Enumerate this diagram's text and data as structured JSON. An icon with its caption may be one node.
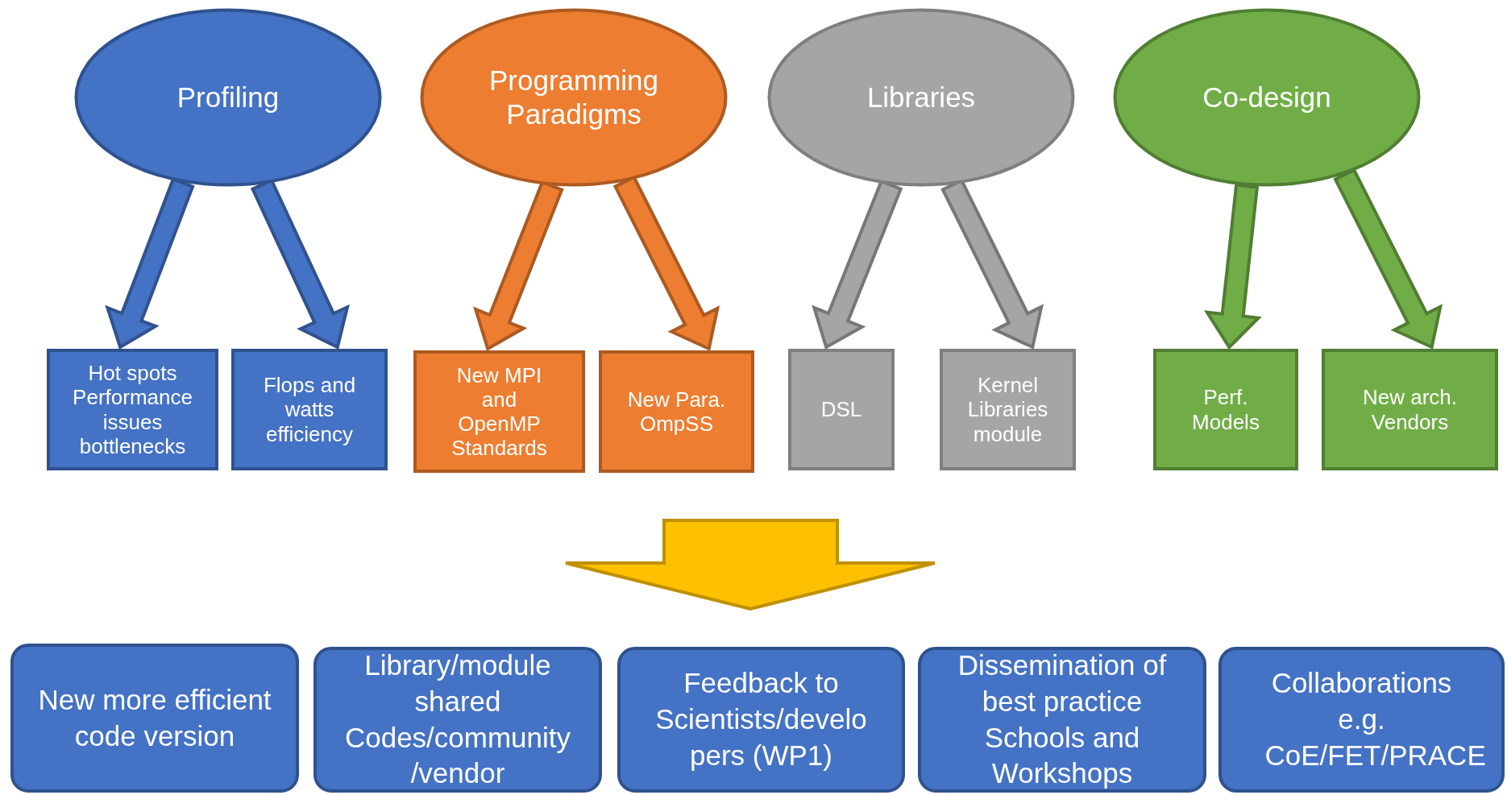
{
  "diagram": {
    "nodes": [
      {
        "text": [
          "Profiling"
        ]
      },
      {
        "text": [
          "Programming Paradigms"
        ]
      },
      {
        "text": [
          "Libraries"
        ]
      },
      {
        "text": [
          "Co-design"
        ]
      },
      {
        "text": [
          "Hot spots Performance issues bottlenecks"
        ]
      },
      {
        "text": [
          "Flops and watts efficiency"
        ]
      },
      {
        "text": [
          "New MPI and OpenMP Standards"
        ]
      },
      {
        "text": [
          "New Para. OmpSS"
        ]
      },
      {
        "text": [
          "DSL"
        ]
      },
      {
        "text": [
          "Kernel Libraries module"
        ]
      },
      {
        "text": [
          "Perf. Models"
        ]
      },
      {
        "text": [
          "New arch. Vendors"
        ]
      },
      {
        "text": [
          "New more efficient code version"
        ]
      },
      {
        "text": [
          "Library/module shared Codes/community /vendor"
        ]
      },
      {
        "text": [
          "Feedback to Scientists/develo pers (WP1)"
        ]
      },
      {
        "text": [
          "Dissemination of best practice Schools and Workshops"
        ]
      },
      {
        "text": [
          "Collaborations e.g. CoE/FET/PRACE"
        ]
      }
    ],
    "edges": [
      {
        "from": 0,
        "to": 4,
        "arrow": "to",
        "style": "thick",
        "color": "#4472c4"
      },
      {
        "from": 0,
        "to": 5,
        "arrow": "to",
        "style": "thick",
        "color": "#4472c4"
      },
      {
        "from": 1,
        "to": 6,
        "arrow": "to",
        "style": "thick",
        "color": "#ed7d31"
      },
      {
        "from": 1,
        "to": 7,
        "arrow": "to",
        "style": "thick",
        "color": "#ed7d31"
      },
      {
        "from": 2,
        "to": 8,
        "arrow": "to",
        "style": "thick",
        "color": "#a5a5a5"
      },
      {
        "from": 2,
        "to": 9,
        "arrow": "to",
        "style": "thick",
        "color": "#a5a5a5"
      },
      {
        "from": 3,
        "to": 10,
        "arrow": "to",
        "style": "thick",
        "color": "#70ad47"
      },
      {
        "from": 3,
        "to": 11,
        "arrow": "to",
        "style": "thick",
        "color": "#70ad47"
      }
    ]
  }
}
